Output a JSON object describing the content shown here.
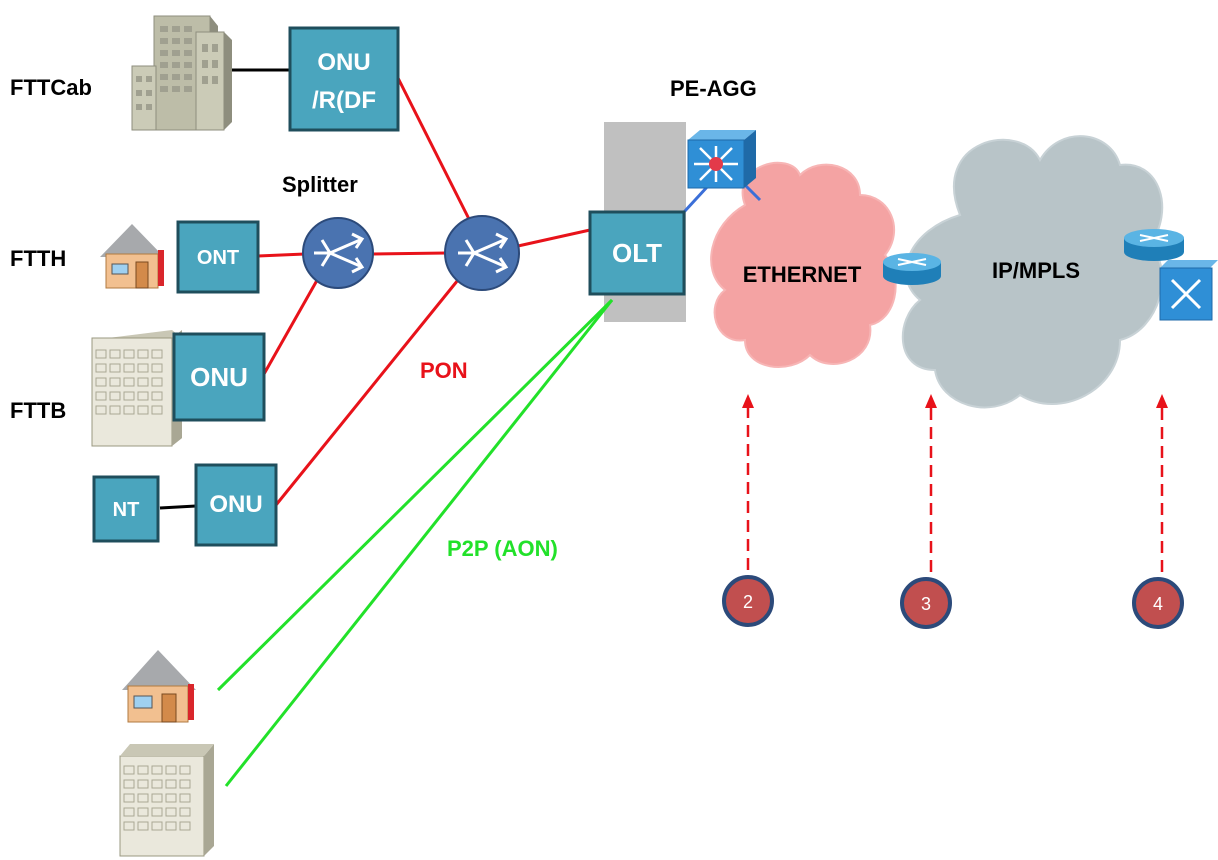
{
  "labels": {
    "fttcab": "FTTCab",
    "ftth": "FTTH",
    "fttb": "FTTB",
    "splitter": "Splitter",
    "pe_agg": "PE-AGG",
    "pon": "PON",
    "p2p": "P2P (AON)"
  },
  "boxes": {
    "onu_rdf_line1": "ONU",
    "onu_rdf_line2": "/R(DF",
    "ont": "ONT",
    "onu_fttb": "ONU",
    "nt": "NT",
    "onu_nt": "ONU",
    "olt": "OLT"
  },
  "clouds": {
    "ethernet": "ETHERNET",
    "ipmpls": "IP/MPLS"
  },
  "markers": [
    "2",
    "3",
    "4"
  ],
  "colors": {
    "pon_link": "#e8121a",
    "p2p_link": "#22e12a",
    "device_box": "#4aa5be",
    "ethernet_cloud": "#f4a3a3",
    "ipmpls_cloud": "#b8c4c8",
    "marker_fill": "#c14f4f"
  }
}
